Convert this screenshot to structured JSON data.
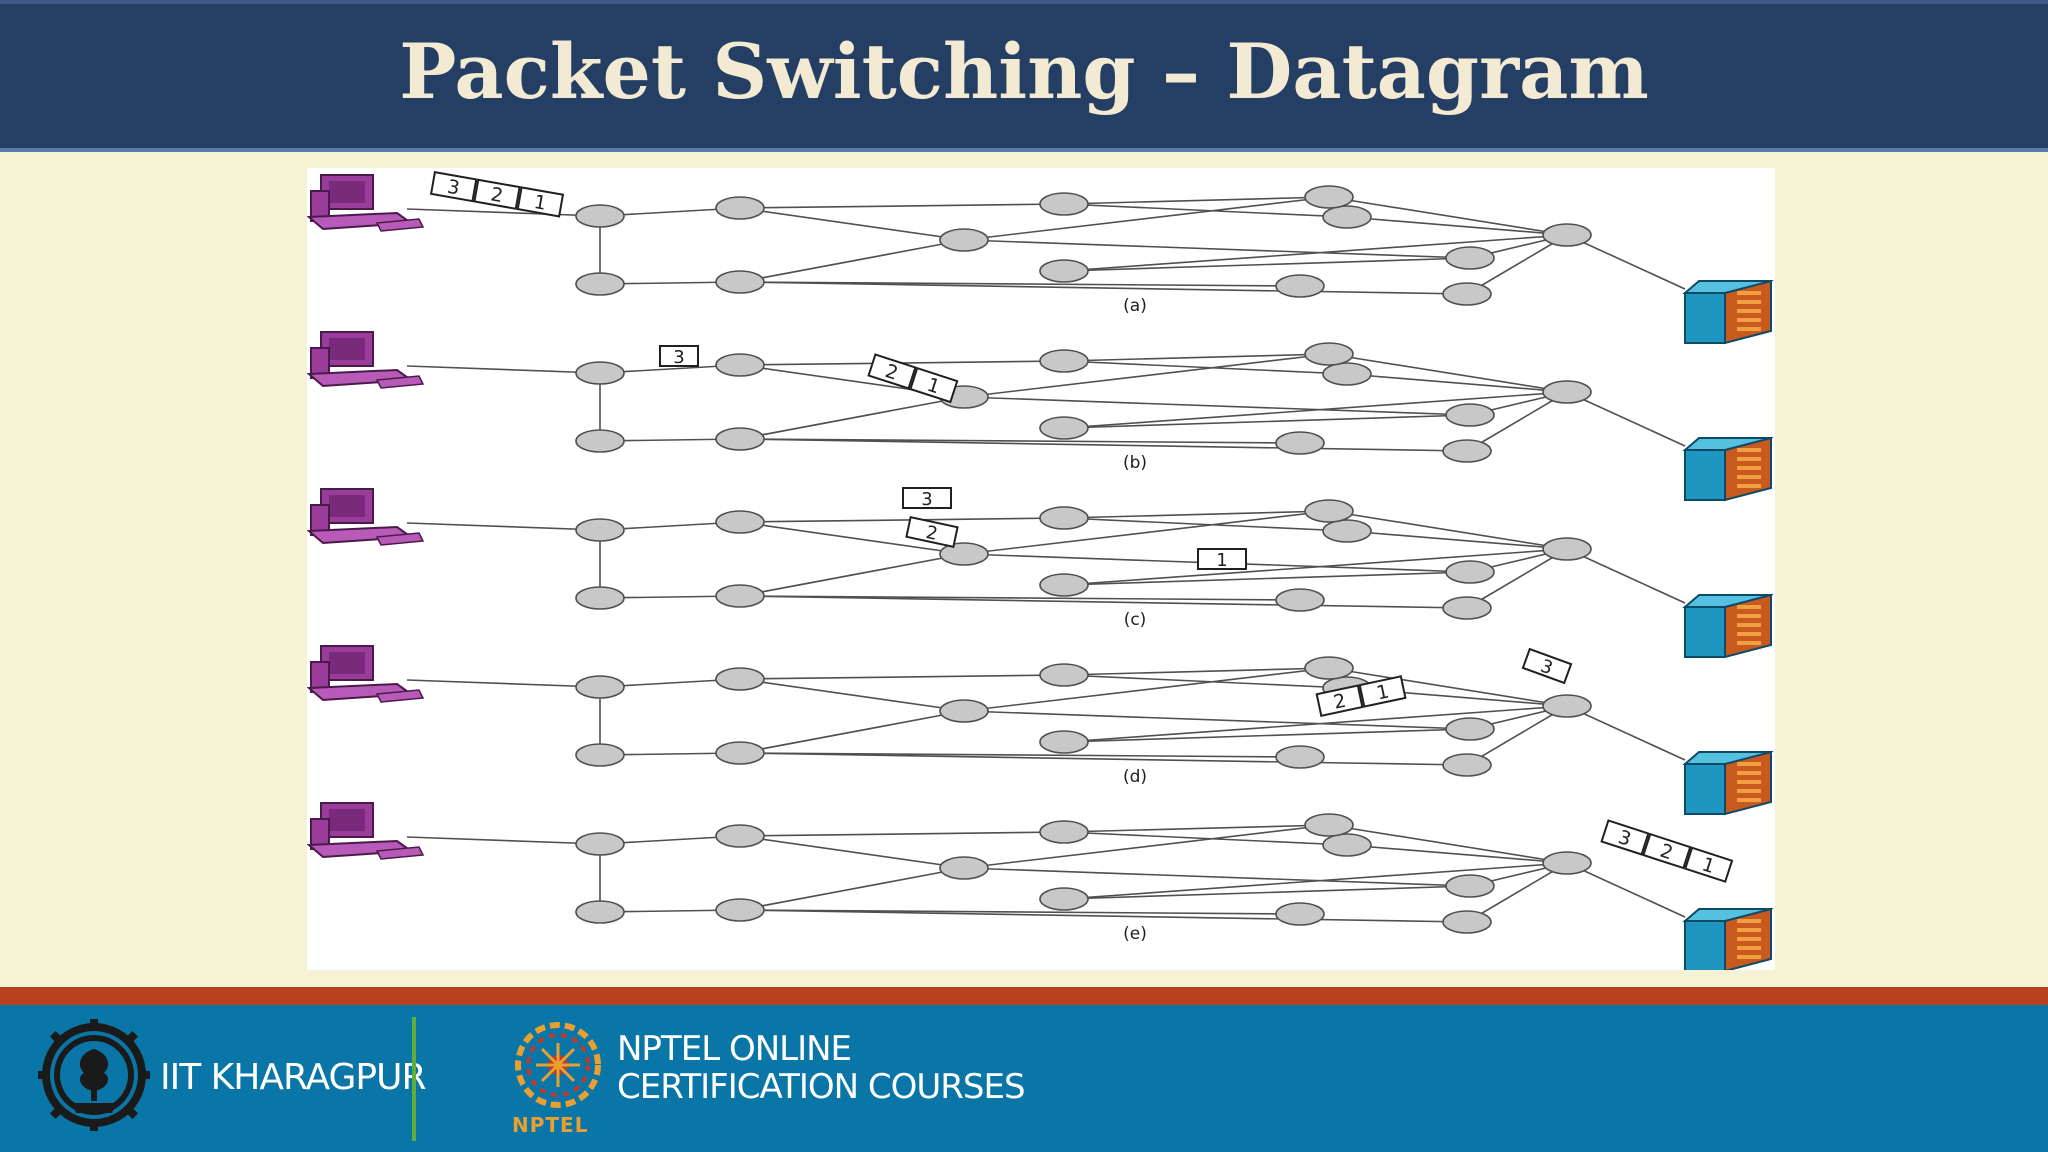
{
  "slide": {
    "title": "Packet Switching – Datagram"
  },
  "diagram": {
    "rows": [
      {
        "id": "a",
        "label": "(a)"
      },
      {
        "id": "b",
        "label": "(b)"
      },
      {
        "id": "c",
        "label": "(c)"
      },
      {
        "id": "d",
        "label": "(d)"
      },
      {
        "id": "e",
        "label": "(e)"
      }
    ],
    "packet_numbers": [
      "1",
      "2",
      "3"
    ],
    "colors": {
      "node_fill": "#c8c8c8",
      "node_stroke": "#505050",
      "link": "#505050",
      "source_computer": "#9a3d9a",
      "destination_server": "#1e96c0"
    }
  },
  "footer": {
    "institute": "IIT KHARAGPUR",
    "program_line1": "NPTEL ONLINE",
    "program_line2": "CERTIFICATION COURSES",
    "program_logo_text": "NPTEL"
  }
}
